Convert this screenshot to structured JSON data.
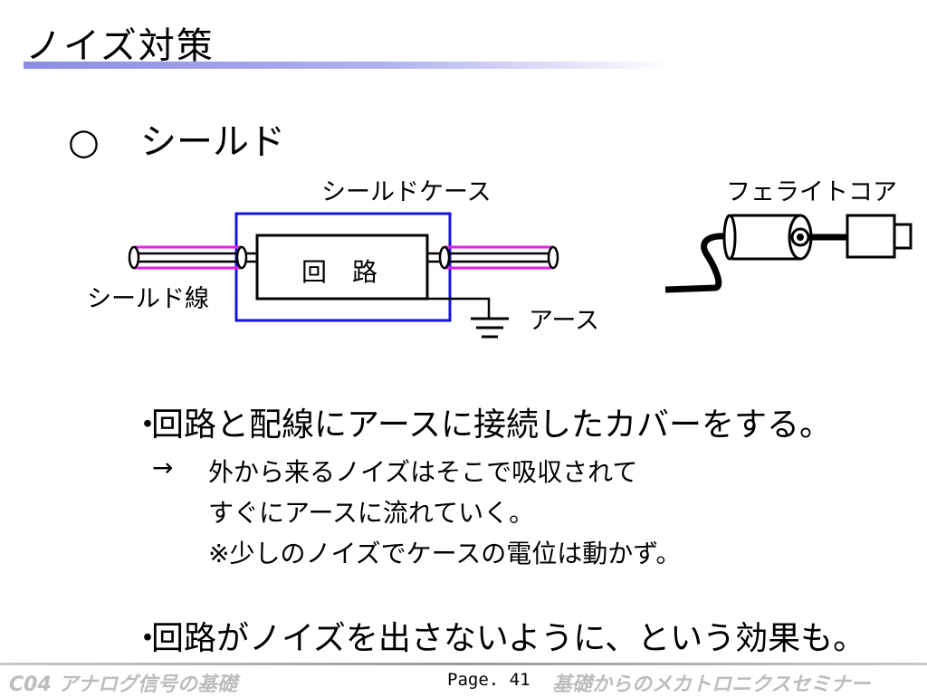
{
  "title": "ノイズ対策",
  "heading": {
    "marker": "○",
    "text": "シールド"
  },
  "figure": {
    "shield_case_label": "シールドケース",
    "circuit_label": "回　路",
    "shield_wire_label": "シールド線",
    "earth_label": "アース",
    "ferrite_label": "フェライトコア",
    "colors": {
      "case": "#1414dc",
      "shield_wire": "#e61ee6",
      "line": "#000000"
    }
  },
  "bullets": [
    {
      "marker": "・",
      "text": "回路と配線にアースに接続したカバーをする。"
    },
    {
      "marker": "・",
      "text": "回路がノイズを出さないように、という効果も。"
    }
  ],
  "notes": {
    "arrow": "→",
    "lines": [
      "外から来るノイズはそこで吸収されて",
      "すぐにアースに流れていく。",
      "※少しのノイズでケースの電位は動かず。"
    ]
  },
  "footer": {
    "left": "C04 アナログ信号の基礎",
    "page": "Page. 41",
    "right": "基礎からのメカトロニクスセミナー"
  }
}
